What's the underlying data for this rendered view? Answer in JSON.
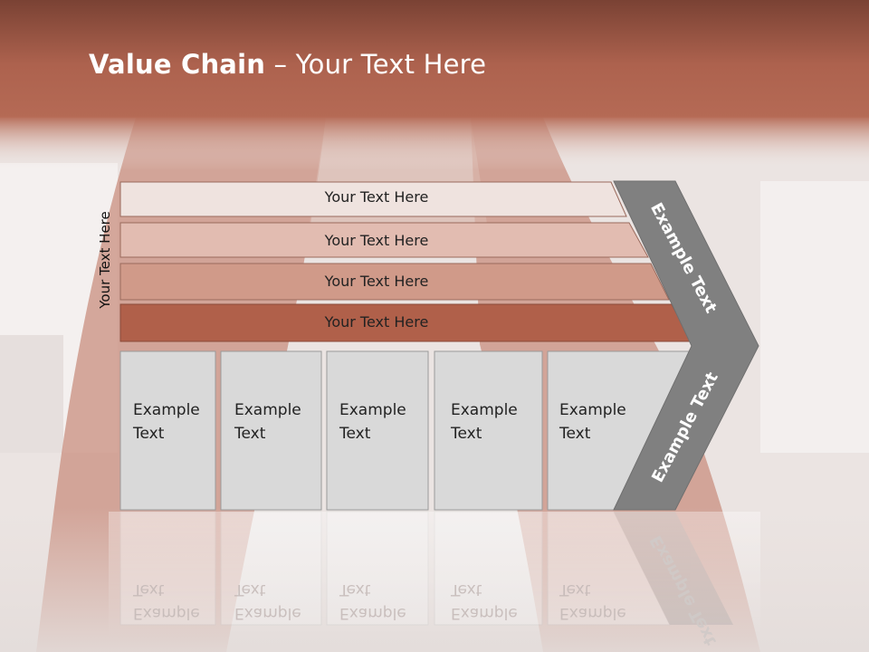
{
  "slide": {
    "title_bold": "Value Chain",
    "title_rest": " – Your Text Here",
    "vertical_label": "Your Text Here",
    "bands": [
      {
        "label": "Your Text Here",
        "fill": "#efe3df"
      },
      {
        "label": "Your Text Here",
        "fill": "#e2bcb1"
      },
      {
        "label": "Your Text Here",
        "fill": "#d09a89"
      },
      {
        "label": "Your Text Here",
        "fill": "#b0604a"
      }
    ],
    "cells": [
      {
        "label": "Example\nText"
      },
      {
        "label": "Example\nText"
      },
      {
        "label": "Example\nText"
      },
      {
        "label": "Example\nText"
      },
      {
        "label": "Example\nText"
      }
    ],
    "arrow_top_label": "Example Text",
    "arrow_bottom_label": "Example Text",
    "colors": {
      "header": "#a9604d",
      "cell": "#d9d9d9",
      "arrow": "#808080"
    }
  }
}
